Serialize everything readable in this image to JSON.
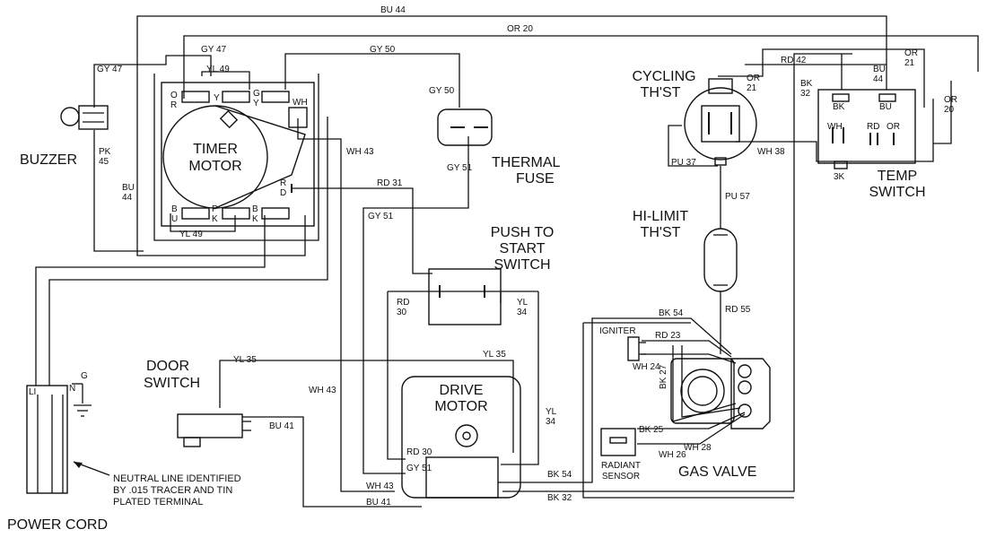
{
  "components": {
    "timer_motor": [
      "TIMER",
      "MOTOR"
    ],
    "buzzer": "BUZZER",
    "thermal_fuse": [
      "THERMAL",
      "FUSE"
    ],
    "push_to_start": [
      "PUSH TO",
      "START",
      "SWITCH"
    ],
    "door_switch": [
      "DOOR",
      "SWITCH"
    ],
    "drive_motor": [
      "DRIVE",
      "MOTOR"
    ],
    "cycling_thst": [
      "CYCLING",
      "TH'ST"
    ],
    "hi_limit_thst": [
      "HI-LIMIT",
      "TH'ST"
    ],
    "temp_switch": [
      "TEMP",
      "SWITCH"
    ],
    "gas_valve": "GAS VALVE",
    "igniter": "IGNITER",
    "radiant_sensor": [
      "RADIANT",
      "SENSOR"
    ],
    "power_cord": "POWER CORD",
    "neutral_note": [
      "NEUTRAL LINE IDENTIFIED",
      "BY .015 TRACER AND TIN",
      "PLATED TERMINAL"
    ]
  },
  "power_terminals": [
    "LI",
    "N",
    "G"
  ],
  "timer_terminals": {
    "or": [
      "O",
      "R"
    ],
    "y": "Y",
    "gy": [
      "G",
      "Y"
    ],
    "wh": "WH",
    "rd": [
      "R",
      "D"
    ],
    "bu": [
      "B",
      "U"
    ],
    "pk": [
      "P",
      "K"
    ],
    "bk": [
      "B",
      "K"
    ]
  },
  "temp_switch_terminals": {
    "bk": "BK",
    "bu": "BU",
    "wh": "WH",
    "rd": "RD",
    "or": "OR",
    "resistor": "3K"
  },
  "wire_labels": {
    "bu44_top": "BU 44",
    "or20_top": "OR 20",
    "gy47_left": "GY 47",
    "gy47_top": "GY 47",
    "yl49_top": "YL 49",
    "gy50_top": "GY 50",
    "gy50_fuse": "GY 50",
    "pk45": [
      "PK",
      "45"
    ],
    "bu44_left": [
      "BU",
      "44"
    ],
    "wh43_timer": "WH 43",
    "gy51_fuse": "GY 51",
    "rd31": "RD 31",
    "gy51_mid": "GY 51",
    "yl49_bottom": "YL 49",
    "rd30_switch": [
      "RD",
      "30"
    ],
    "yl34_switch": [
      "YL",
      "34"
    ],
    "yl35_left": "YL 35",
    "yl35_right": "YL 35",
    "wh43_left": "WH 43",
    "yl34_right": [
      "YL",
      "34"
    ],
    "bu41_door": "BU 41",
    "rd30_motor": "RD 30",
    "gy51_motor": "GY 51",
    "wh43_motor": "WH 43",
    "bu41_motor": "BU 41",
    "bk54_motor": "BK 54",
    "bk32_motor": "BK 32",
    "rd42": "RD 42",
    "or21_a": [
      "OR",
      "21"
    ],
    "or21_b": [
      "OR",
      "21"
    ],
    "bu44_ts": [
      "BU",
      "44"
    ],
    "bk32_ts": [
      "BK",
      "32"
    ],
    "or20_right": [
      "OR",
      "20"
    ],
    "pu37": "PU 37",
    "wh38": "WH 38",
    "pu57": "PU 57",
    "rd55": "RD 55",
    "bk54_gv": "BK 54",
    "rd23": "RD 23",
    "wh24": "WH 24",
    "bk27": "BK 27",
    "bk25": "BK 25",
    "wh26": "WH 26",
    "wh28": "WH 28"
  }
}
